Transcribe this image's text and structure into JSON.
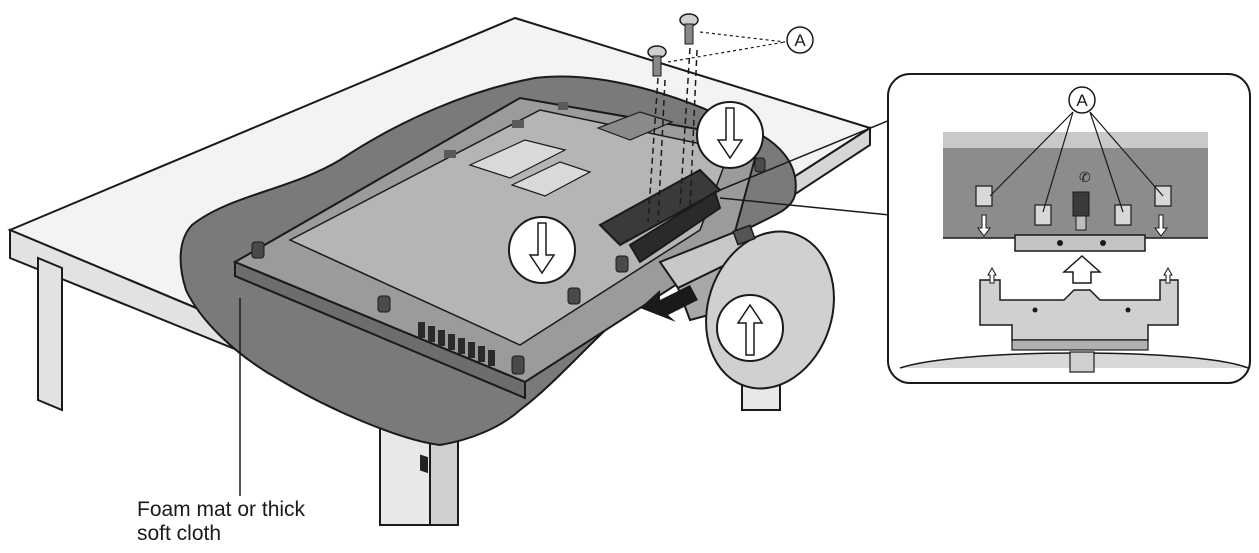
{
  "callouts": {
    "screw_label": "A",
    "inset_label": "A"
  },
  "caption": {
    "line1": "Foam mat or thick",
    "line2": "soft cloth"
  },
  "colors": {
    "line": "#1a1a1a",
    "table_top": "#f3f3f3",
    "table_side": "#e2e2e2",
    "mat": "#7a7a7a",
    "tv_back": "#9b9b9b",
    "tv_back_light": "#b5b5b5",
    "inset_dark": "#8c8c8c",
    "inset_light": "#d8d8d8"
  },
  "icons": [
    "screw-icon",
    "down-arrow-icon",
    "up-arrow-icon",
    "push-arrow-icon"
  ]
}
